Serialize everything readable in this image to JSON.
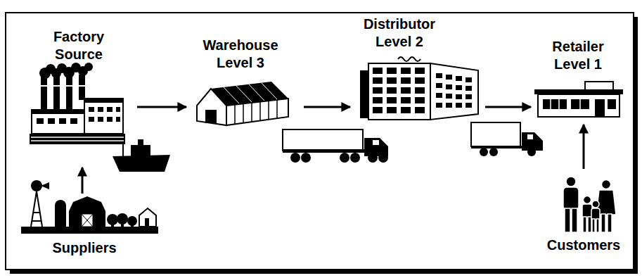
{
  "diagram": {
    "nodes": [
      {
        "text": [
          "Factory Source"
        ]
      },
      {
        "text": [
          "Warehouse Level 3"
        ]
      },
      {
        "text": [
          "Distributor Level 2"
        ]
      },
      {
        "text": [
          "Retailer Level 1"
        ]
      },
      {
        "text": [
          "Suppliers"
        ]
      },
      {
        "text": [
          "Customers"
        ]
      }
    ],
    "edges": [
      {
        "from": 0,
        "to": 1,
        "arrow": "to"
      },
      {
        "from": 1,
        "to": 2,
        "arrow": "to"
      },
      {
        "from": 2,
        "to": 3,
        "arrow": "to"
      },
      {
        "from": 4,
        "to": 0,
        "arrow": "to"
      },
      {
        "from": 5,
        "to": 3,
        "arrow": "to"
      }
    ]
  }
}
